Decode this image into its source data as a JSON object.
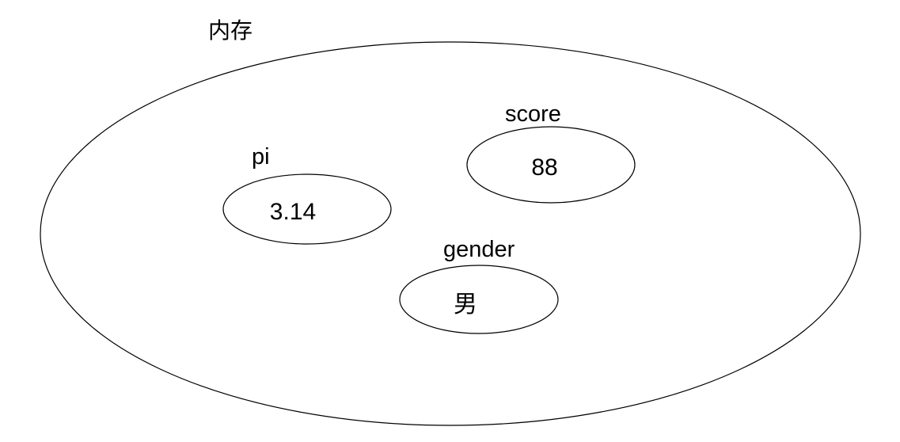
{
  "diagram": {
    "type": "euler-containment",
    "description": "Memory diagram: outer ellipse represents memory, inner ellipses represent variables with their stored values",
    "colors": {
      "stroke": "#000000",
      "text": "#000000",
      "background": "#ffffff"
    },
    "container": {
      "label": "内存"
    },
    "nodes": [
      {
        "name": "pi",
        "label": "pi",
        "value": "3.14"
      },
      {
        "name": "score",
        "label": "score",
        "value": "88"
      },
      {
        "name": "gender",
        "label": "gender",
        "value": "男"
      }
    ]
  }
}
